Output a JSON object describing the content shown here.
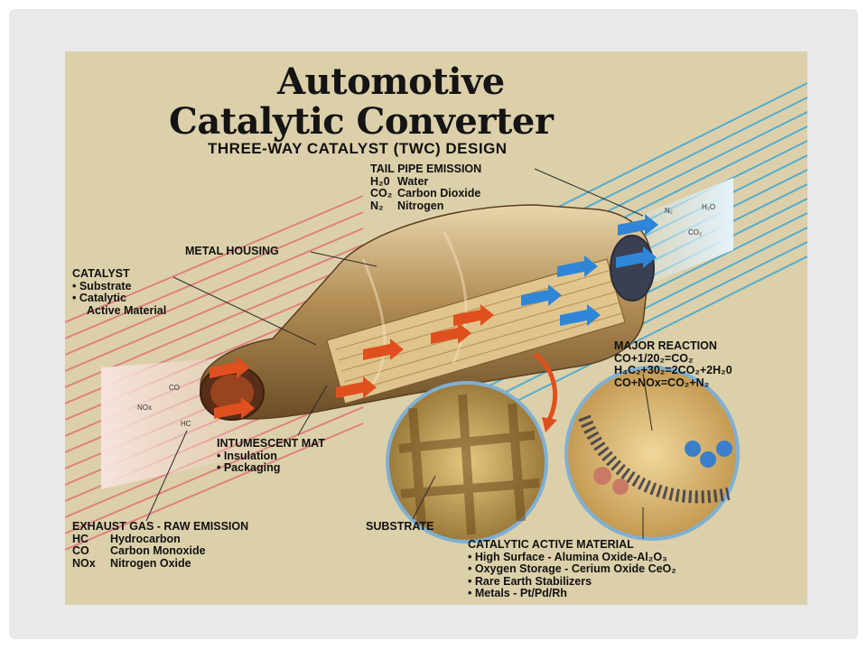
{
  "title": {
    "line1": "Automotive",
    "line2": "Catalytic Converter",
    "subtitle": "THREE-WAY CATALYST (TWC) DESIGN"
  },
  "labels": {
    "tail_pipe": {
      "heading": "TAIL PIPE EMISSION",
      "rows": [
        {
          "formula": "H₂0",
          "name": "Water"
        },
        {
          "formula": "CO₂",
          "name": "Carbon Dioxide"
        },
        {
          "formula": "N₂",
          "name": "Nitrogen"
        }
      ]
    },
    "metal_housing": "METAL HOUSING",
    "catalyst": {
      "heading": "CATALYST",
      "items": [
        "• Substrate",
        "• Catalytic",
        "Active Material"
      ]
    },
    "major_reaction": {
      "heading": "MAJOR REACTION",
      "rows": [
        "CO+1/20₂=CO₂",
        "H₄C₂+30₂=2CO₂+2H₂0",
        "CO+NOx=CO₂+N₂"
      ]
    },
    "intumescent_mat": {
      "heading": "INTUMESCENT MAT",
      "items": [
        "• Insulation",
        "• Packaging"
      ]
    },
    "substrate": "SUBSTRATE",
    "exhaust_gas": {
      "heading": "EXHAUST GAS - RAW EMISSION",
      "rows": [
        {
          "abbr": "HC",
          "name": "Hydrocarbon"
        },
        {
          "abbr": "CO",
          "name": "Carbon Monoxide"
        },
        {
          "abbr": "NOx",
          "name": "Nitrogen Oxide"
        }
      ]
    },
    "catalytic_active_material": {
      "heading": "CATALYTIC ACTIVE MATERIAL",
      "items": [
        "• High Surface - Alumina Oxide-Al₂O₃",
        "• Oxygen Storage - Cerium Oxide CeO₂",
        "• Rare Earth Stabilizers",
        "• Metals - Pt/Pd/Rh"
      ]
    }
  },
  "gas_markers": {
    "inlet": [
      "CO",
      "NOx",
      "HC"
    ],
    "outlet": [
      "N₂",
      "H₂O",
      "CO₂"
    ]
  },
  "colors": {
    "background": "#dcd0aa",
    "inlet_stream": "#e07a7a",
    "outlet_stream": "#3aa7d6",
    "housing": "#b89a6a",
    "hot_arrow": "#e0501e",
    "cool_arrow": "#2f86d8"
  }
}
